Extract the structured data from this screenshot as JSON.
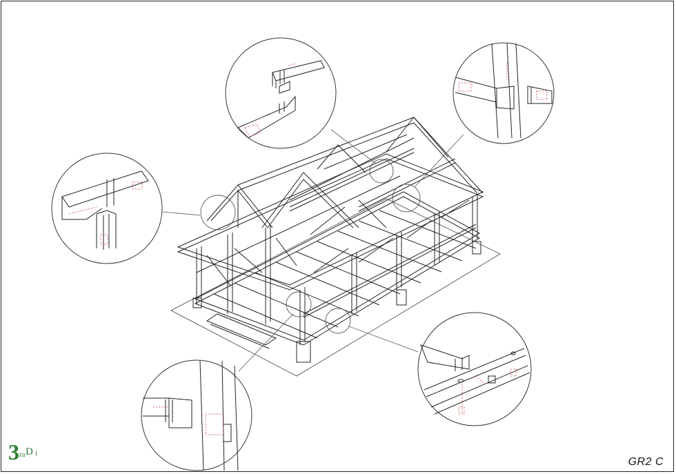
{
  "drawing": {
    "code": "GR2 C"
  },
  "logo": {
    "num": "3",
    "mid": "ra",
    "big_d": "D",
    "small_i": "i"
  },
  "colors": {
    "line": "#222222",
    "hidden_line": "#d04040",
    "logo_green": "#2f7d32"
  }
}
